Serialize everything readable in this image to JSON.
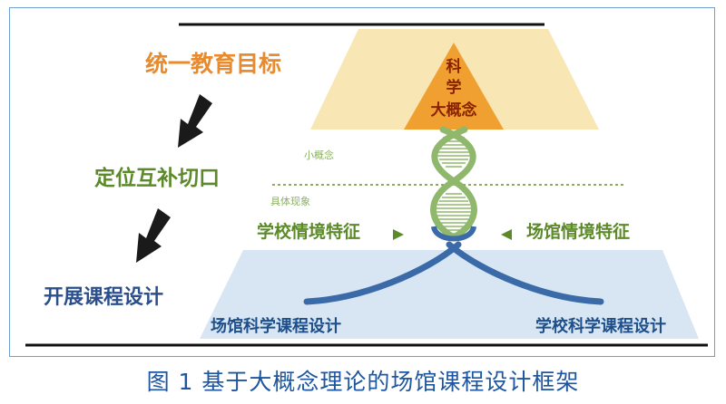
{
  "diagram": {
    "left_steps": [
      "统一教育目标",
      "定位互补切口",
      "开展课程设计"
    ],
    "apex_label": {
      "line1": "科",
      "line2": "学",
      "line3": "大概念"
    },
    "levels": {
      "small_concept": "小概念",
      "phenomena": "具体现象"
    },
    "features": {
      "school": "学校情境特征",
      "venue": "场馆情境特征"
    },
    "courses": {
      "venue": "场馆科学课程设计",
      "school": "学校科学课程设计"
    },
    "colors": {
      "orange": "#e88a2e",
      "green": "#5c8a2a",
      "navy": "#2a4f8c",
      "top_trapezoid": "#f8e7b4",
      "bottom_trapezoid": "#d8e6f3",
      "apex_triangle": "#f0a030",
      "helix_green": "#90b86c",
      "helix_blue": "#3a6aa8",
      "caption": "#1e56a0"
    }
  },
  "caption": "图 1  基于大概念理论的场馆课程设计框架"
}
